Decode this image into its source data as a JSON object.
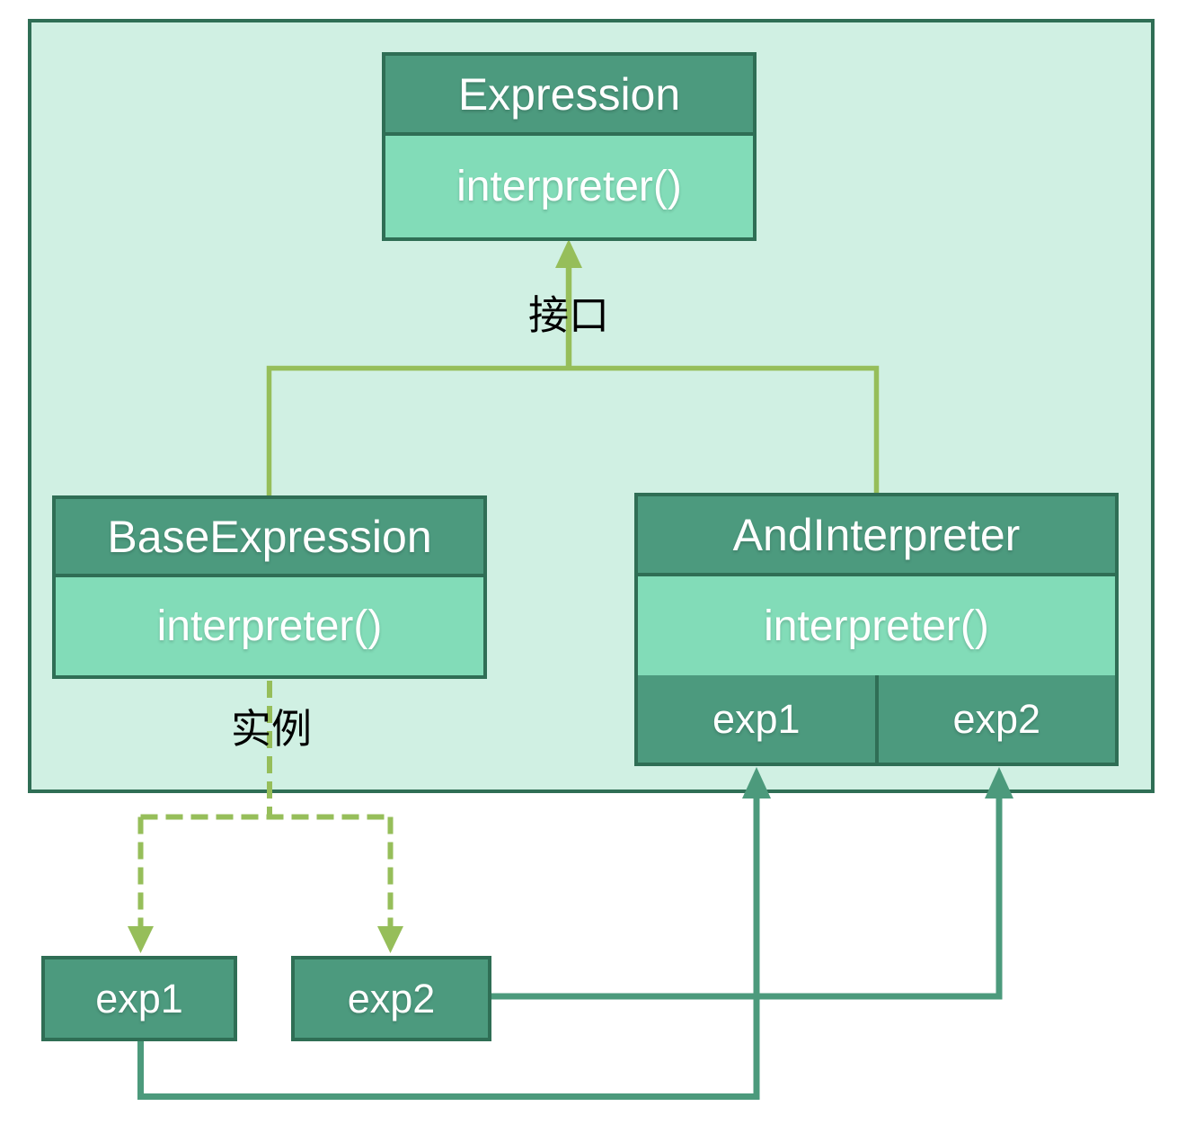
{
  "classes": {
    "expression": {
      "name": "Expression",
      "method": "interpreter()"
    },
    "base_expression": {
      "name": "BaseExpression",
      "method": "interpreter()"
    },
    "and_interpreter": {
      "name": "AndInterpreter",
      "method": "interpreter()",
      "fields": [
        "exp1",
        "exp2"
      ]
    }
  },
  "instances": [
    {
      "label": "exp1"
    },
    {
      "label": "exp2"
    }
  ],
  "edge_labels": {
    "interface": "接口",
    "instance": "实例"
  },
  "colors": {
    "canvas_bg": "#ffffff",
    "container_fill": "#d0f0e3",
    "border_dark": "#2f6e55",
    "header_fill": "#4c9a7e",
    "body_fill": "#82dcb8",
    "box_text": "#ffffff",
    "label_text": "#000000",
    "hierarchy_line": "#96be5a",
    "reference_line": "#4c9a7c"
  }
}
